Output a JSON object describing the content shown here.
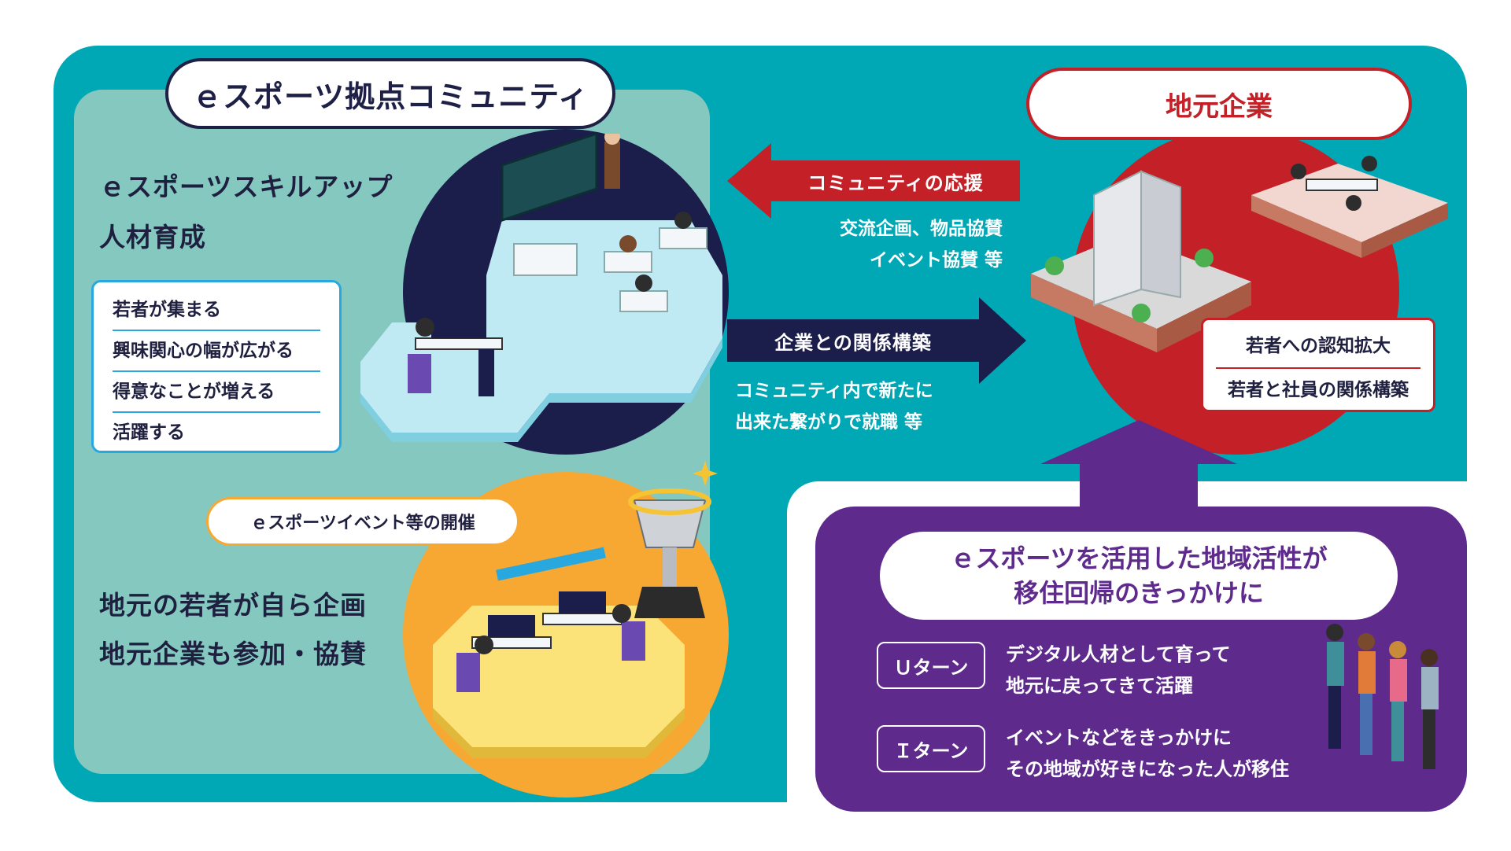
{
  "community": {
    "title": "ｅスポーツ拠点コミュニティ",
    "headline1": "ｅスポーツスキルアップ",
    "headline2": "人材育成",
    "skills": [
      "若者が集まる",
      "興味関心の幅が広がる",
      "得意なことが増える",
      "活躍する"
    ],
    "event_label": "ｅスポーツイベント等の開催",
    "event_line1": "地元の若者が自ら企画",
    "event_line2": "地元企業も参加・協賛"
  },
  "support_arrow": {
    "label": "コミュニティの応援",
    "note1": "交流企画、物品協賛",
    "note2": "イベント協賛 等"
  },
  "relation_arrow": {
    "label": "企業との関係構築",
    "note1": "コミュニティ内で新たに",
    "note2": "出来た繋がりで就職 等"
  },
  "local": {
    "title": "地元企業",
    "benefits": [
      "若者への認知拡大",
      "若者と社員の関係構築"
    ]
  },
  "region": {
    "title_line1": "ｅスポーツを活用した地域活性が",
    "title_line2": "移住回帰のきっかけに",
    "turns": [
      {
        "badge": "Ｕターン",
        "line1": "デジタル人材として育って",
        "line2": "地元に戻ってきて活躍"
      },
      {
        "badge": "Ｉターン",
        "line1": "イベントなどをきっかけに",
        "line2": "その地域が好きになった人が移住"
      }
    ]
  },
  "colors": {
    "teal": "#00a8b5",
    "mint": "#85c8c0",
    "navy": "#1b1d4a",
    "orange": "#f7a832",
    "red": "#c32028",
    "purple": "#5e2b8d",
    "blue": "#29a8e0"
  }
}
